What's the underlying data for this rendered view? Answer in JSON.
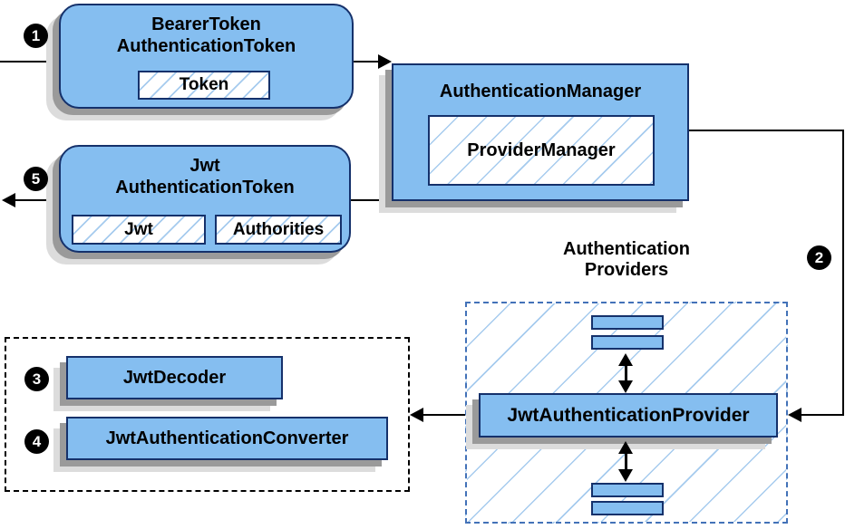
{
  "colors": {
    "node_fill": "#85BEF0",
    "node_border": "#15316B",
    "hatch": "#A6CBEE",
    "dash_blue": "#4372B8",
    "shadow_dark": "#9A9A9A",
    "shadow_light": "#DCDCDC",
    "line": "#000000",
    "badge_bg": "#000000",
    "badge_fg": "#FFFFFF"
  },
  "badges": {
    "step1": "1",
    "step2": "2",
    "step3": "3",
    "step4": "4",
    "step5": "5"
  },
  "nodes": {
    "bearer_token": {
      "title": [
        "BearerToken",
        "AuthenticationToken"
      ],
      "field": "Token"
    },
    "authentication_manager": {
      "title": "AuthenticationManager",
      "inner": "ProviderManager"
    },
    "jwt_authentication_token": {
      "title": [
        "Jwt",
        "AuthenticationToken"
      ],
      "fields": [
        "Jwt",
        "Authorities"
      ]
    },
    "providers_group": {
      "label": [
        "Authentication",
        "Providers"
      ],
      "provider": "JwtAuthenticationProvider"
    },
    "decoder_group": {
      "decoder": "JwtDecoder",
      "converter": "JwtAuthenticationConverter"
    }
  }
}
